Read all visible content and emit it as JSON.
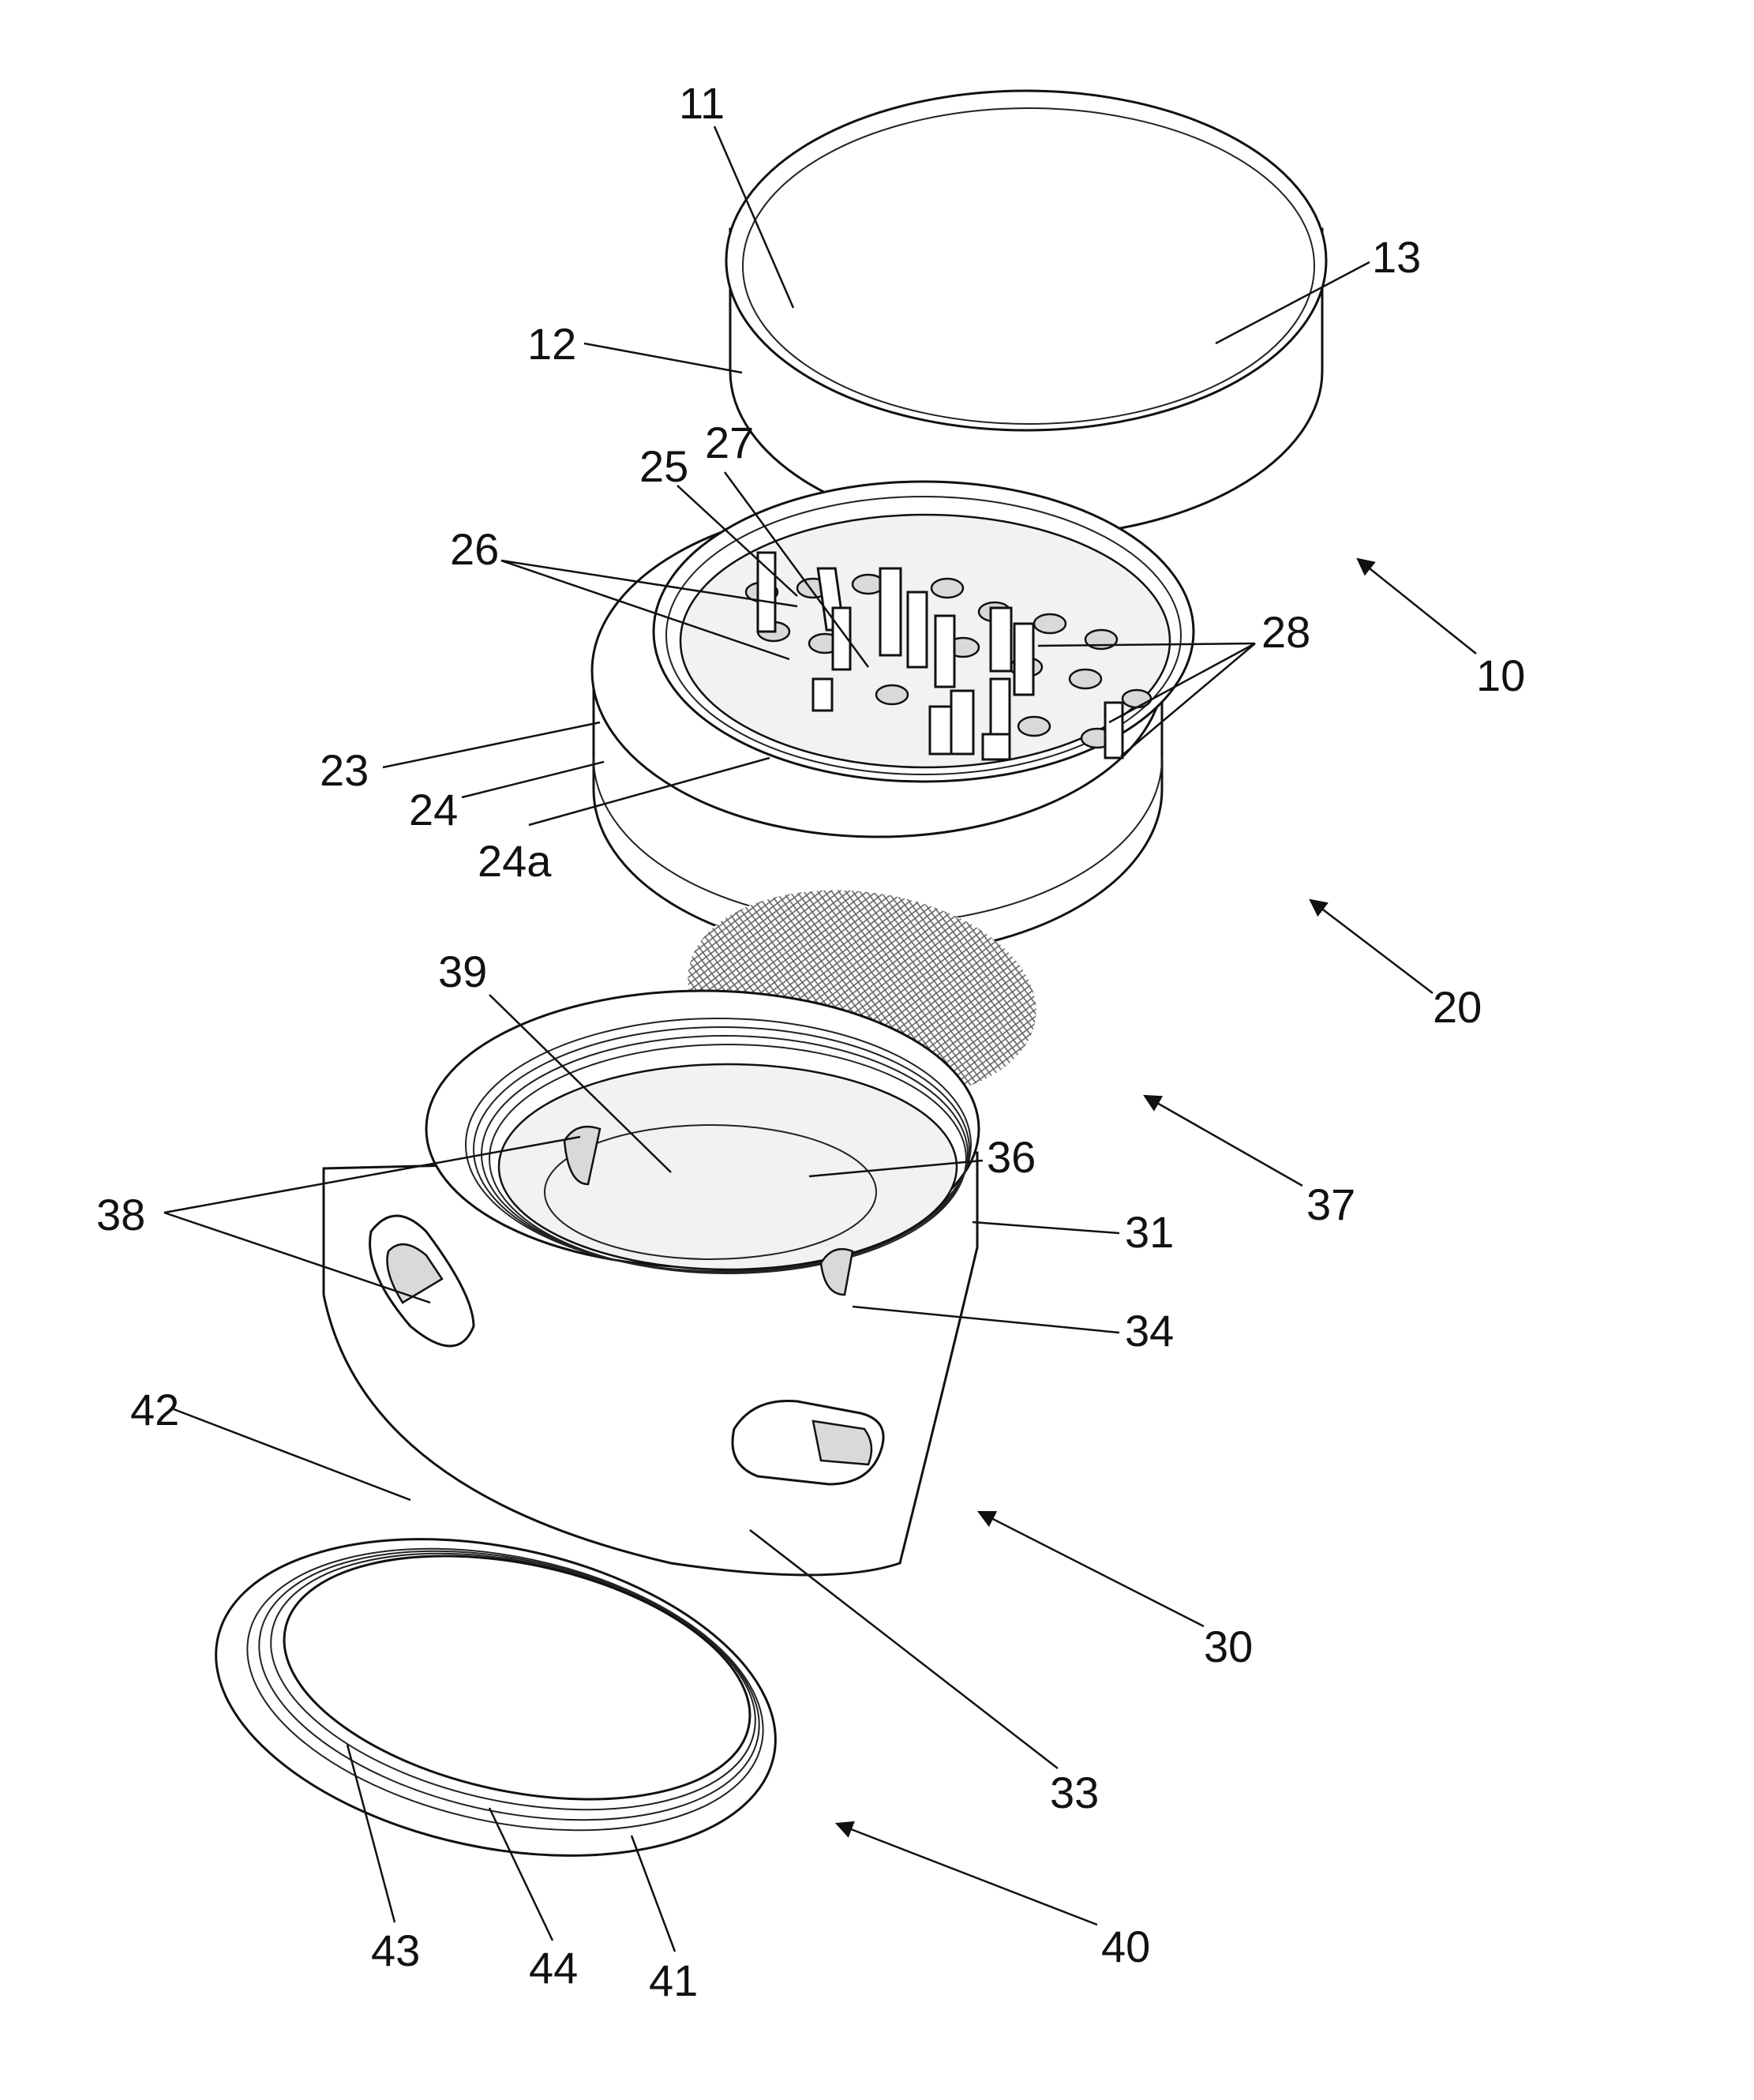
{
  "labels": {
    "l11": "11",
    "l12": "12",
    "l13": "13",
    "l10": "10",
    "l25": "25",
    "l27": "27",
    "l26": "26",
    "l28": "28",
    "l23": "23",
    "l24": "24",
    "l24a": "24a",
    "l20": "20",
    "l39": "39",
    "l36": "36",
    "l38": "38",
    "l31": "31",
    "l34": "34",
    "l37": "37",
    "l42": "42",
    "l30": "30",
    "l33": "33",
    "l43": "43",
    "l44": "44",
    "l41": "41",
    "l40": "40"
  }
}
